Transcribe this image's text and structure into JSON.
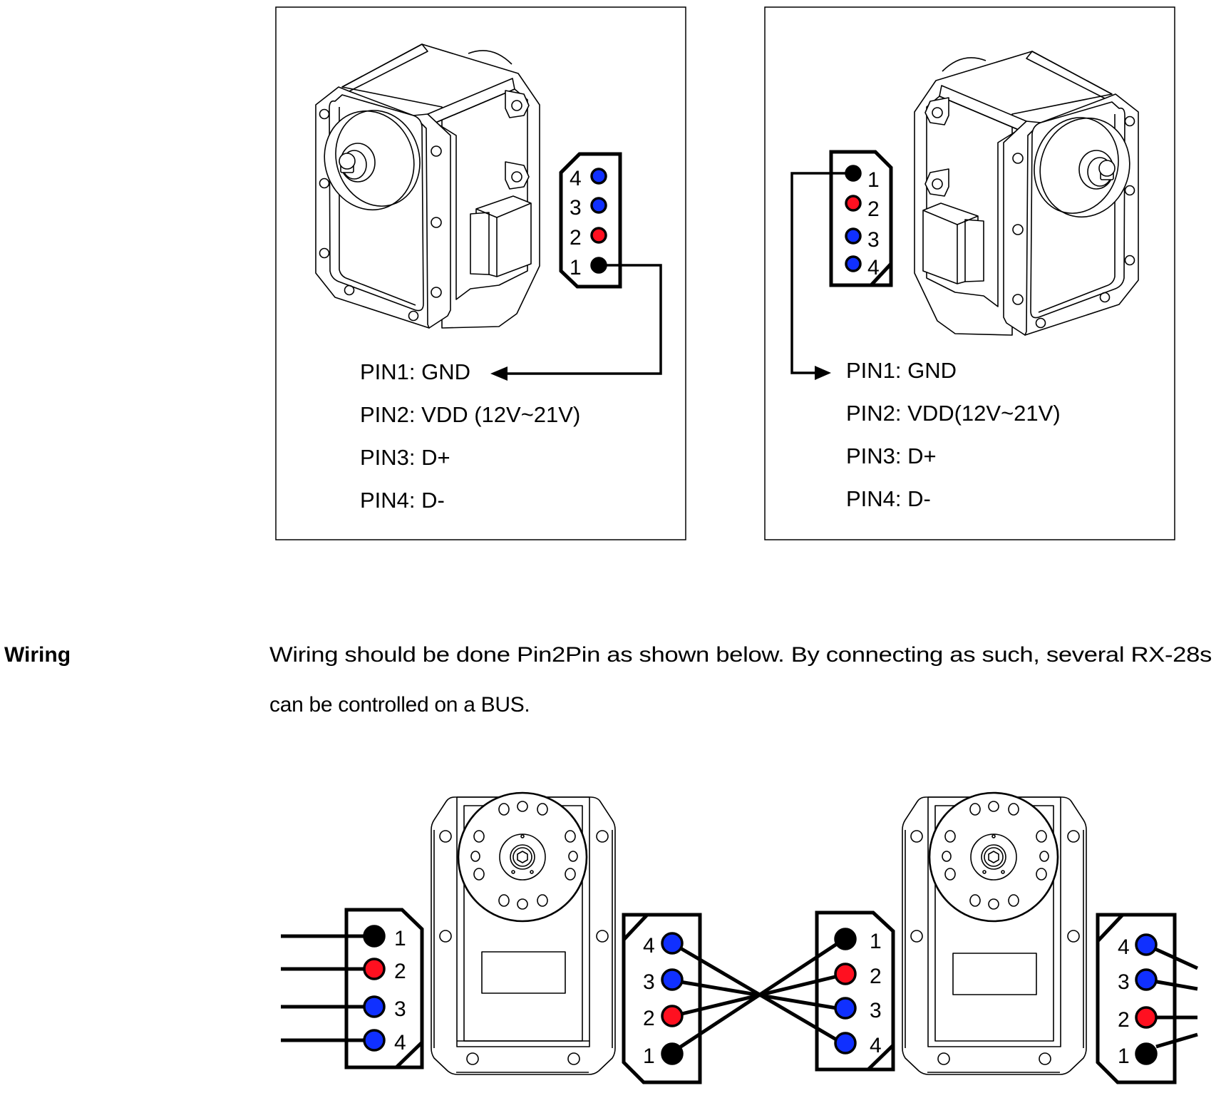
{
  "pin_diagrams": [
    {
      "orientation": "connector-right-of-servo",
      "connector_pins": [
        {
          "num": "4",
          "color_key": "data"
        },
        {
          "num": "3",
          "color_key": "data"
        },
        {
          "num": "2",
          "color_key": "power"
        },
        {
          "num": "1",
          "color_key": "ground"
        }
      ],
      "pin_labels": [
        "PIN1: GND",
        "PIN2: VDD (12V~21V)",
        "PIN3: D+",
        "PIN4: D-"
      ]
    },
    {
      "orientation": "connector-left-of-servo",
      "connector_pins": [
        {
          "num": "1",
          "color_key": "ground"
        },
        {
          "num": "2",
          "color_key": "power"
        },
        {
          "num": "3",
          "color_key": "data"
        },
        {
          "num": "4",
          "color_key": "data"
        }
      ],
      "pin_labels": [
        "PIN1: GND",
        "PIN2: VDD(12V~21V)",
        "PIN3: D+",
        "PIN4: D-"
      ]
    }
  ],
  "wiring": {
    "label": "Wiring",
    "text_line1": "Wiring should be done Pin2Pin as shown below. By connecting as such, several RX-28s",
    "text_line2": "can be controlled on a BUS.",
    "connectors": [
      {
        "name": "input",
        "pins": [
          "1",
          "2",
          "3",
          "4"
        ]
      },
      {
        "name": "servo1-out",
        "pins": [
          "4",
          "3",
          "2",
          "1"
        ]
      },
      {
        "name": "servo2-in",
        "pins": [
          "1",
          "2",
          "3",
          "4"
        ]
      },
      {
        "name": "servo2-out",
        "pins": [
          "4",
          "3",
          "2",
          "1"
        ]
      }
    ]
  },
  "colors": {
    "ground": "#000000",
    "power": "#ff1020",
    "data": "#1030ff"
  }
}
